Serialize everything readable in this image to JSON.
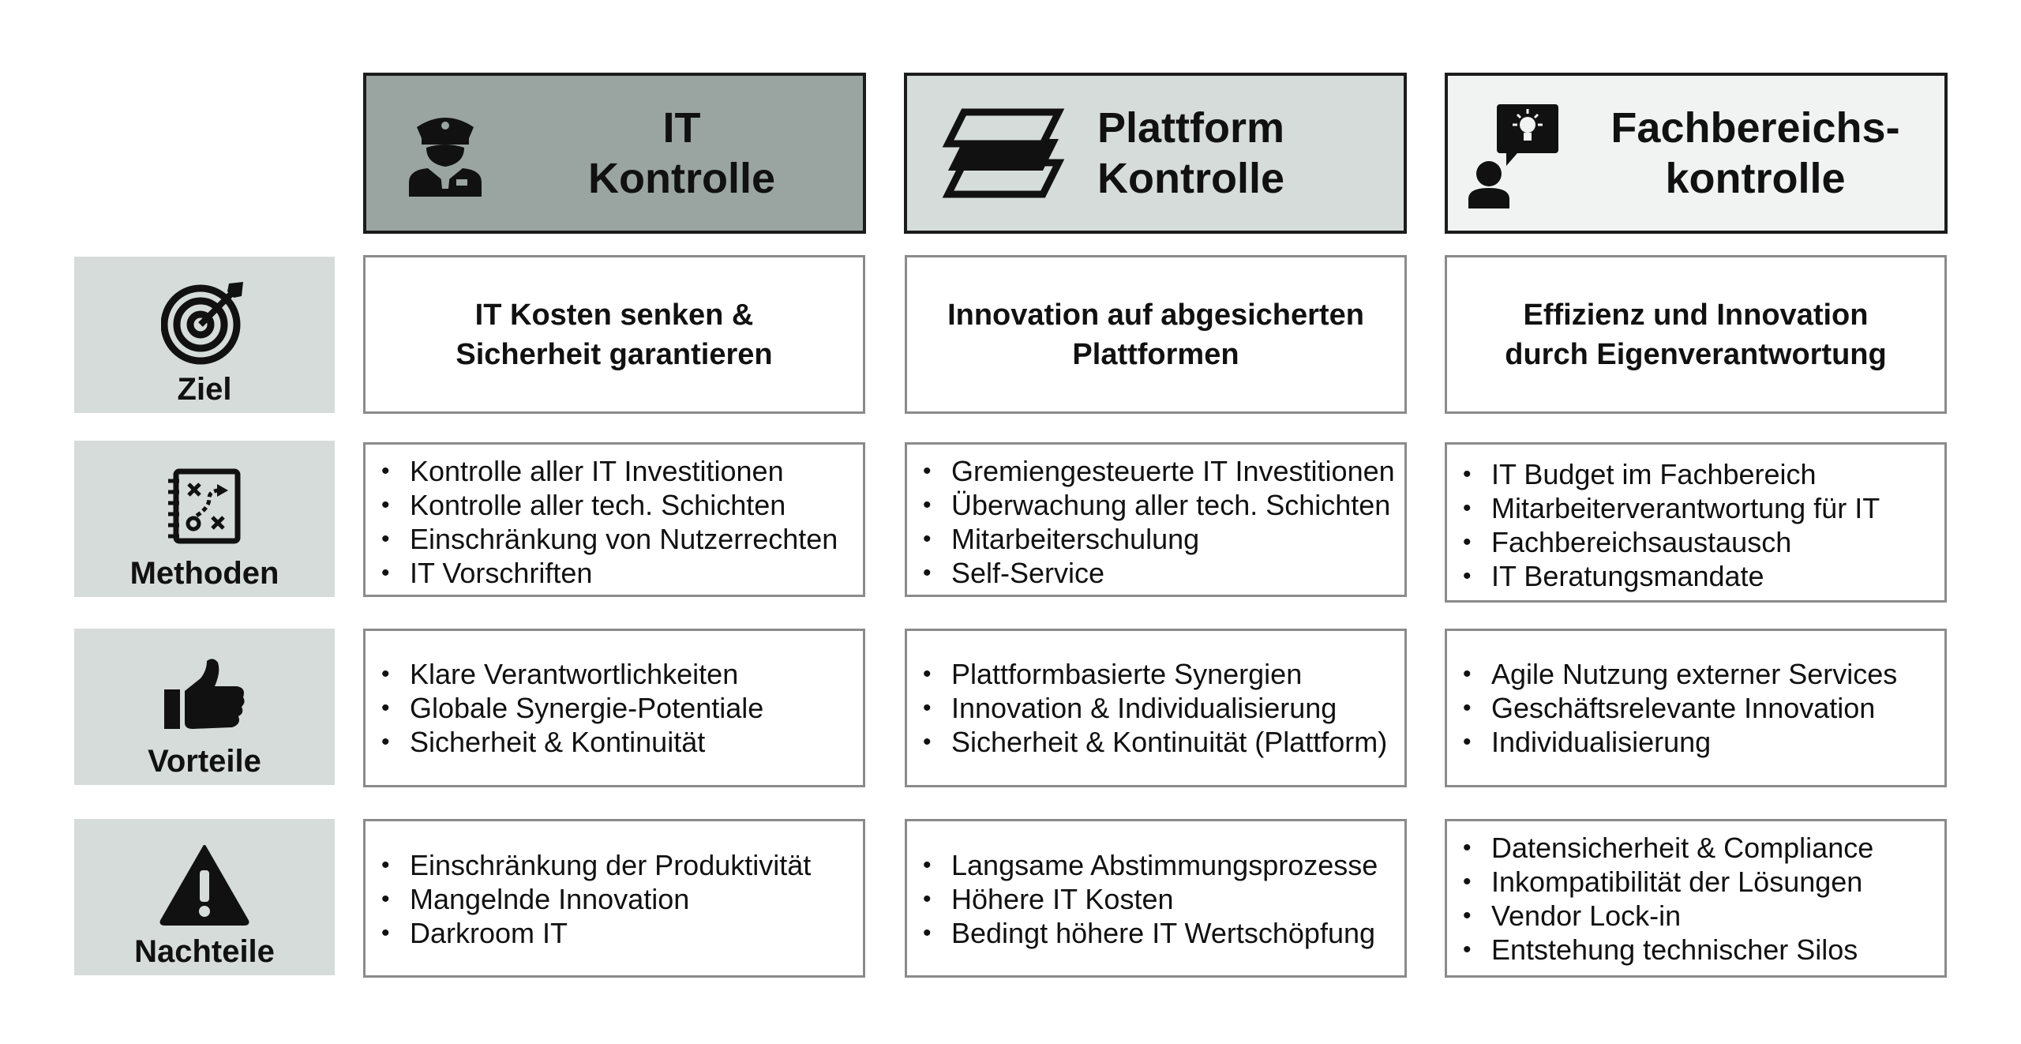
{
  "columns": [
    {
      "title_line1": "IT",
      "title_line2": "Kontrolle",
      "icon": "police-officer-icon",
      "bg": "#9aa5a1"
    },
    {
      "title_line1": "Plattform",
      "title_line2": "Kontrolle",
      "icon": "layers-icon",
      "bg": "#d6dcd9"
    },
    {
      "title_line1": "Fachbereichs-",
      "title_line2": "kontrolle",
      "icon": "person-idea-icon",
      "bg": "#f1f3f2"
    }
  ],
  "rows": [
    {
      "label": "Ziel",
      "icon": "target-icon"
    },
    {
      "label": "Methoden",
      "icon": "strategy-board-icon"
    },
    {
      "label": "Vorteile",
      "icon": "thumbs-up-icon"
    },
    {
      "label": "Nachteile",
      "icon": "warning-icon"
    }
  ],
  "goals": [
    "IT Kosten senken &\nSicherheit garantieren",
    "Innovation auf abgesicherten\nPlattformen",
    "Effizienz und Innovation\ndurch Eigenverantwortung"
  ],
  "methods": [
    [
      "Kontrolle aller IT Investitionen",
      "Kontrolle aller tech. Schichten",
      "Einschränkung von Nutzerrechten",
      "IT Vorschriften"
    ],
    [
      "Gremiengesteuerte IT Investitionen",
      "Überwachung aller tech. Schichten",
      "Mitarbeiterschulung",
      "Self-Service"
    ],
    [
      "IT Budget im Fachbereich",
      "Mitarbeiterverantwortung für IT",
      "Fachbereichsaustausch",
      "IT Beratungsmandate"
    ]
  ],
  "advantages": [
    [
      "Klare Verantwortlichkeiten",
      "Globale Synergie-Potentiale",
      "Sicherheit & Kontinuität"
    ],
    [
      "Plattformbasierte Synergien",
      "Innovation & Individualisierung",
      "Sicherheit & Kontinuität (Plattform)"
    ],
    [
      "Agile Nutzung externer Services",
      "Geschäftsrelevante Innovation",
      "Individualisierung"
    ]
  ],
  "disadvantages": [
    [
      "Einschränkung der Produktivität",
      "Mangelnde Innovation",
      "Darkroom IT"
    ],
    [
      "Langsame Abstimmungsprozesse",
      "Höhere IT Kosten",
      "Bedingt höhere IT Wertschöpfung"
    ],
    [
      "Datensicherheit & Compliance",
      "Inkompatibilität der Lösungen",
      "Vendor Lock-in",
      "Entstehung technischer Silos"
    ]
  ]
}
